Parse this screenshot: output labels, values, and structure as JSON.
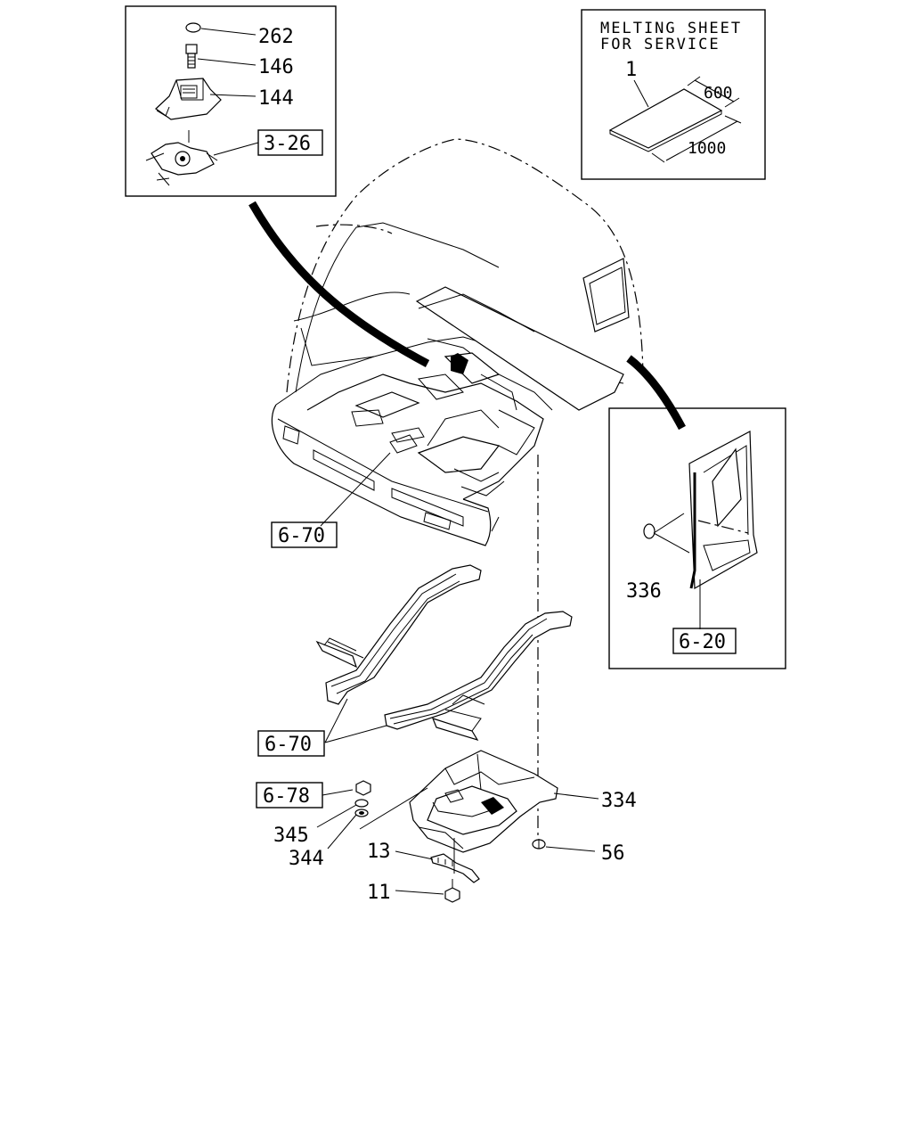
{
  "note": {
    "line1": "MELTING SHEET",
    "line2": "FOR SERVICE",
    "item": "1",
    "width": "600",
    "length": "1000"
  },
  "labels": {
    "p262": "262",
    "p146": "146",
    "p144": "144",
    "ref_3_26": "3-26",
    "ref_6_70_top": "6-70",
    "ref_6_70_frame": "6-70",
    "ref_6_78": "6-78",
    "p345": "345",
    "p344": "344",
    "p13": "13",
    "p11": "11",
    "p334": "334",
    "p56": "56",
    "p336": "336",
    "ref_6_20": "6-20"
  }
}
